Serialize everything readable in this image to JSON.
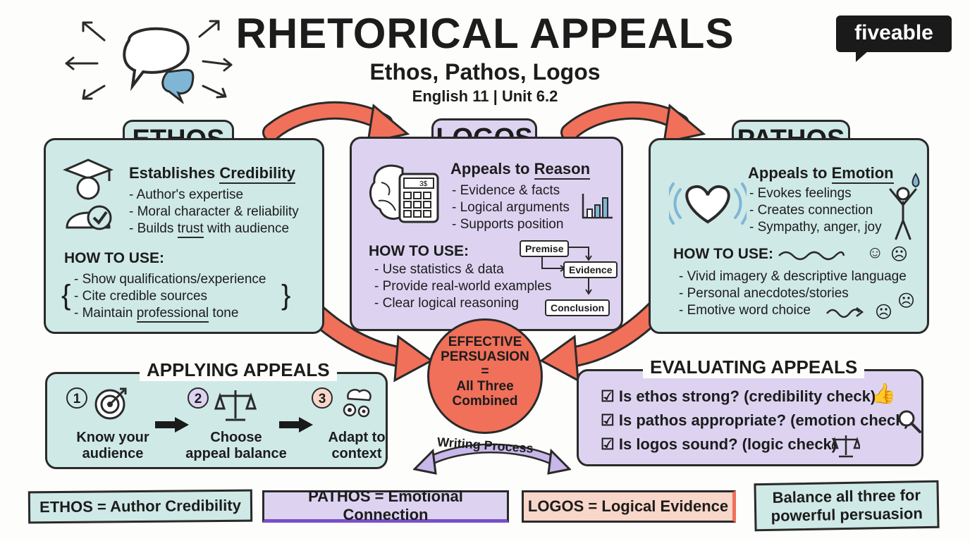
{
  "header": {
    "title": "RHETORICAL APPEALS",
    "subtitle": "Ethos, Pathos, Logos",
    "course": "English 11 | Unit 6.2",
    "brand": "fiveable"
  },
  "ethos": {
    "label": "ETHOS",
    "heading_prefix": "Establishes ",
    "heading_key": "Credibility",
    "items": [
      "- Author's expertise",
      "- Moral character & reliability"
    ],
    "item3_prefix": "- Builds ",
    "item3_key": "trust",
    "item3_suffix": " with audience",
    "how_label": "HOW TO USE:",
    "how": [
      "- Show qualifications/experience",
      "- Cite credible sources"
    ],
    "how3_prefix": "- Maintain ",
    "how3_key": "professional",
    "how3_suffix": " tone"
  },
  "logos": {
    "label": "LOGOS",
    "heading_prefix": "Appeals to ",
    "heading_key": "Reason",
    "items": [
      "- Evidence & facts",
      "- Logical arguments",
      "- Supports position"
    ],
    "how_label": "HOW TO USE:",
    "how": [
      "- Use statistics & data",
      "- Provide real-world examples",
      "- Clear logical reasoning"
    ],
    "flow": [
      "Premise",
      "Evidence",
      "Conclusion"
    ],
    "calc_display": "3$"
  },
  "pathos": {
    "label": "PATHOS",
    "heading_prefix": "Appeals to ",
    "heading_key": "Emotion",
    "items": [
      "- Evokes feelings",
      "- Creates connection",
      "- Sympathy, anger, joy"
    ],
    "how_label": "HOW TO USE:",
    "how": [
      "- Vivid imagery & descriptive language",
      "- Personal anecdotes/stories",
      "- Emotive word choice"
    ]
  },
  "center": {
    "line1": "EFFECTIVE",
    "line2": "PERSUASION",
    "line3": "=",
    "line4": "All Three",
    "line5": "Combined"
  },
  "applying": {
    "title": "APPLYING APPEALS",
    "steps": [
      {
        "num": "1",
        "line1": "Know your",
        "line2": "audience"
      },
      {
        "num": "2",
        "line1": "Choose",
        "line2": "appeal balance"
      },
      {
        "num": "3",
        "line1": "Adapt to",
        "line2": "context"
      }
    ]
  },
  "writing_process": "Writing Process",
  "evaluating": {
    "title": "EVALUATING APPEALS",
    "checks": [
      "Is ethos strong? (credibility check)",
      "Is pathos appropriate? (emotion check)",
      "Is logos sound? (logic check)"
    ]
  },
  "banners": [
    "ETHOS = Author Credibility",
    "PATHOS = Emotional Connection",
    "LOGOS = Logical Evidence"
  ],
  "summary": {
    "line1": "Balance all three for",
    "line2": "powerful persuasion"
  },
  "colors": {
    "teal": "#cfe9e6",
    "lavender": "#ddd3f1",
    "coral": "#f0705a",
    "peach": "#f8d6c9",
    "outline": "#2a2a2a"
  }
}
